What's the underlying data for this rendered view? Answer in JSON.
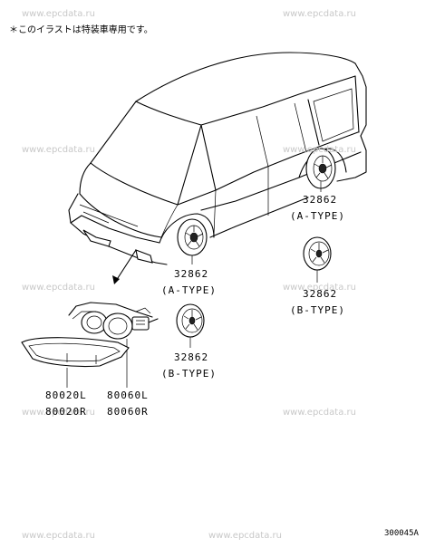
{
  "note": "＊このイラストは特装車専用です。",
  "watermarks": [
    "www.epcdata.ru",
    "www.epcdata.ru",
    "www.epcdata.ru",
    "www.epcdata.ru",
    "www.epcdata.ru",
    "www.epcdata.ru",
    "www.epcdata.ru",
    "www.epcdata.ru",
    "www.epcdata.ru",
    "www.epcdata.ru"
  ],
  "labels": {
    "rear_a_num": "32862",
    "rear_a_type": "(A-TYPE)",
    "front_a_num": "32862",
    "front_a_type": "(A-TYPE)",
    "right_b_num": "32862",
    "right_b_type": "(B-TYPE)",
    "left_b_num": "32862",
    "left_b_type": "(B-TYPE)",
    "lens_l": "80020L",
    "lens_r": "80020R",
    "lamp_l": "80060L",
    "lamp_r": "80060R"
  },
  "diagram_code": "300045A"
}
